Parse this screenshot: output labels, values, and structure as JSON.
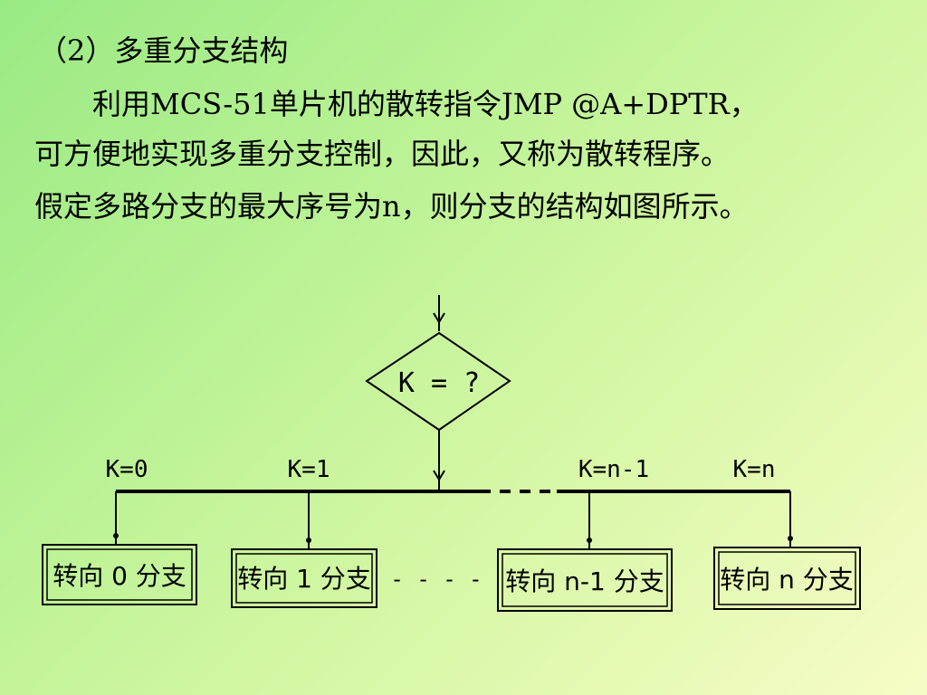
{
  "text": {
    "heading": "（2）多重分支结构",
    "line1": "利用MCS-51单片机的散转指令JMP    @A+DPTR，",
    "line2": "可方便地实现多重分支控制，因此，又称为散转程序。",
    "line3": "假定多路分支的最大序号为n，则分支的结构如图所示。"
  },
  "diagram": {
    "decision_label": "K = ?",
    "branch_labels": [
      "K=0",
      "K=1",
      "K=n-1",
      "K=n"
    ],
    "gap_dashes": "- - - -",
    "boxes": [
      "转向 0 分支",
      "转向 1 分支",
      "转向 n-1 分支",
      "转向 n 分支"
    ]
  }
}
